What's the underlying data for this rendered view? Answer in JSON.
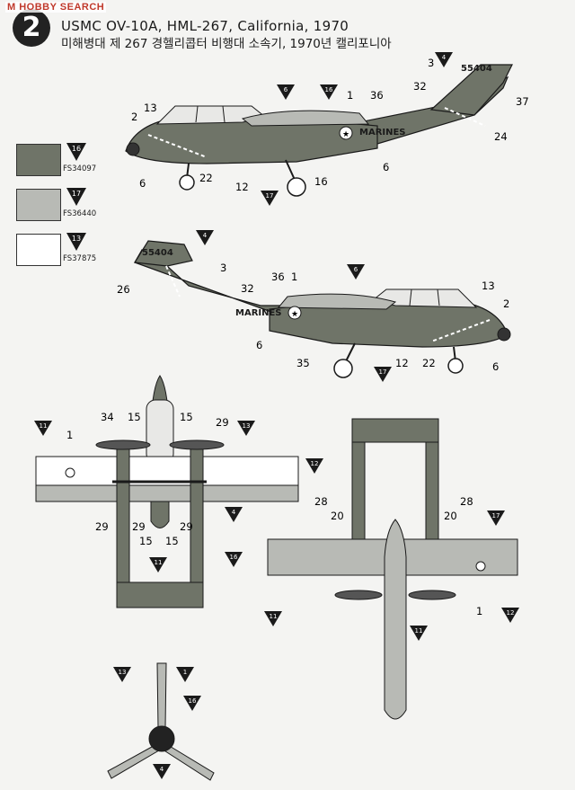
{
  "header": {
    "watermark": "M HOBBY SEARCH",
    "step_number": "2",
    "title_en": "USMC OV-10A, HML-267, California, 1970",
    "title_ko": "미해병대 제 267 경헬리콥터 비행대 소속기, 1970년 캘리포니아"
  },
  "legend": [
    {
      "number": "16",
      "code": "FS34097",
      "color": "#6f7468"
    },
    {
      "number": "17",
      "code": "FS36440",
      "color": "#b8bab5"
    },
    {
      "number": "13",
      "code": "FS37875",
      "color": "#ffffff"
    }
  ],
  "markings": {
    "serial": "55404",
    "unit": "MARINES"
  },
  "callouts": {
    "n1": "1",
    "n2": "2",
    "n3": "3",
    "n4": "4",
    "n6": "6",
    "n11": "11",
    "n12": "12",
    "n13": "13",
    "n15": "15",
    "n16": "16",
    "n17": "17",
    "n20": "20",
    "n22": "22",
    "n24": "24",
    "n26": "26",
    "n28": "28",
    "n29": "29",
    "n32": "32",
    "n34": "34",
    "n35": "35",
    "n36": "36",
    "n37": "37"
  },
  "colors": {
    "dark_grey": "#6f7468",
    "light_grey": "#b8bab5",
    "white": "#ffffff",
    "ink": "#1a1a1a"
  }
}
